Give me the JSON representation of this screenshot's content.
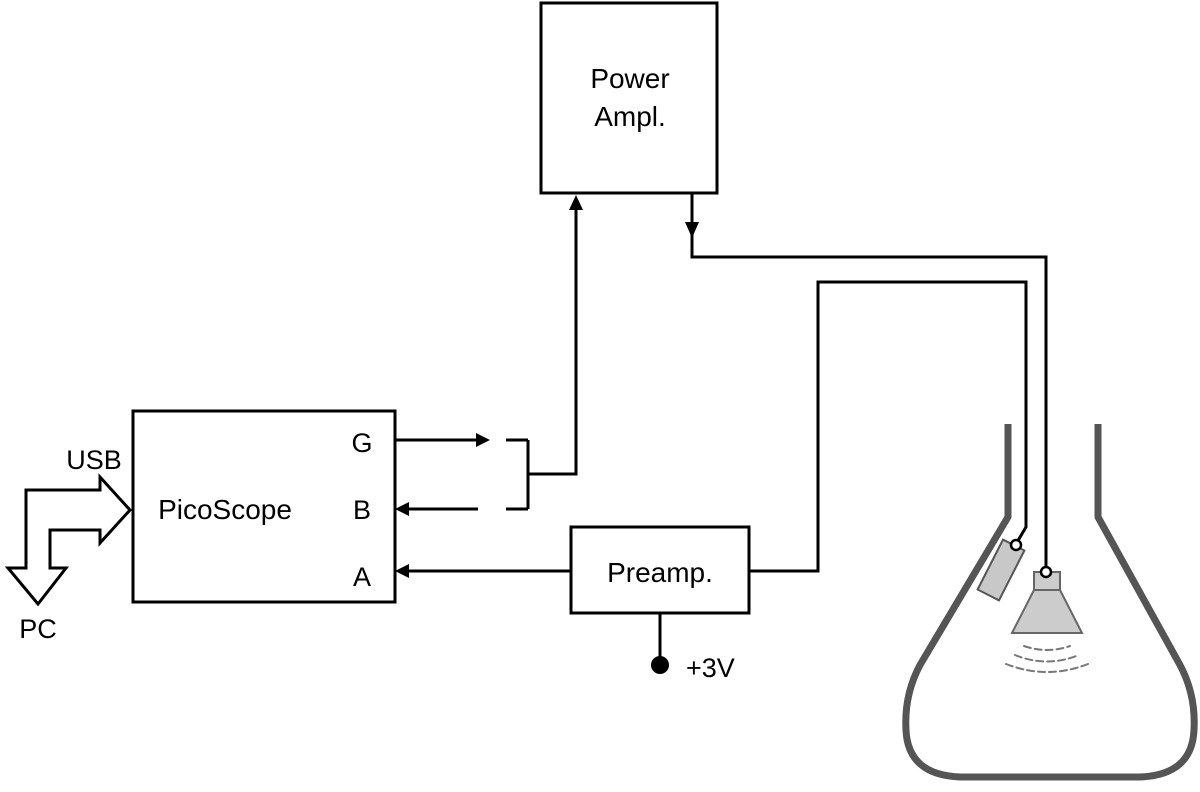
{
  "blocks": {
    "power_amp": {
      "line1": "Power",
      "line2": "Ampl."
    },
    "picoscope": {
      "label": "PicoScope",
      "port_g": "G",
      "port_b": "B",
      "port_a": "A"
    },
    "preamp": {
      "label": "Preamp."
    }
  },
  "labels": {
    "usb": "USB",
    "pc": "PC",
    "supply": "+3V"
  },
  "colors": {
    "line": "#000000",
    "flask": "#555555",
    "speaker": "#cccccc",
    "speaker_stroke": "#666666",
    "mic": "#c8c8c8",
    "waves": "#777777"
  }
}
